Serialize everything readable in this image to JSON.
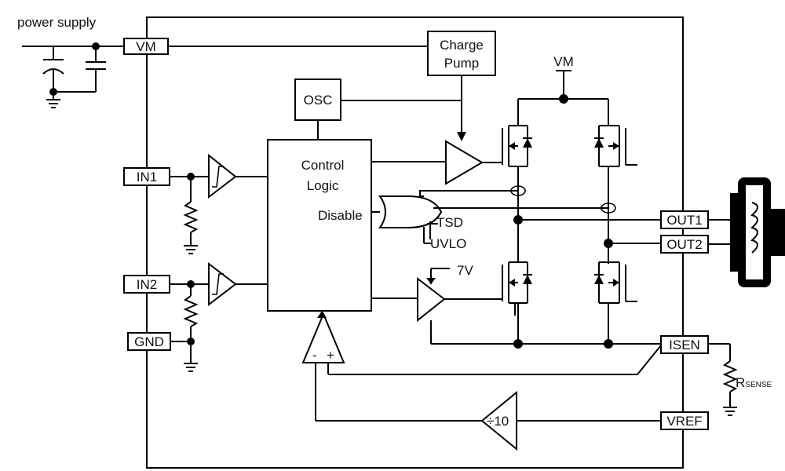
{
  "labels": {
    "power_supply": "power supply",
    "charge_pump_line1": "Charge",
    "charge_pump_line2": "Pump",
    "vm_top": "VM",
    "osc": "OSC",
    "control_line1": "Control",
    "control_line2": "Logic",
    "disable": "Disable",
    "tsd": "TSD",
    "uvlo": "UVLO",
    "seven_v": "7V",
    "div10": "÷10",
    "rsense_main": "R",
    "rsense_sub": "SENSE",
    "comp_minus": "-",
    "comp_plus": "+"
  },
  "pins": {
    "vm": "VM",
    "in1": "IN1",
    "in2": "IN2",
    "gnd": "GND",
    "out1": "OUT1",
    "out2": "OUT2",
    "isen": "ISEN",
    "vref": "VREF"
  }
}
